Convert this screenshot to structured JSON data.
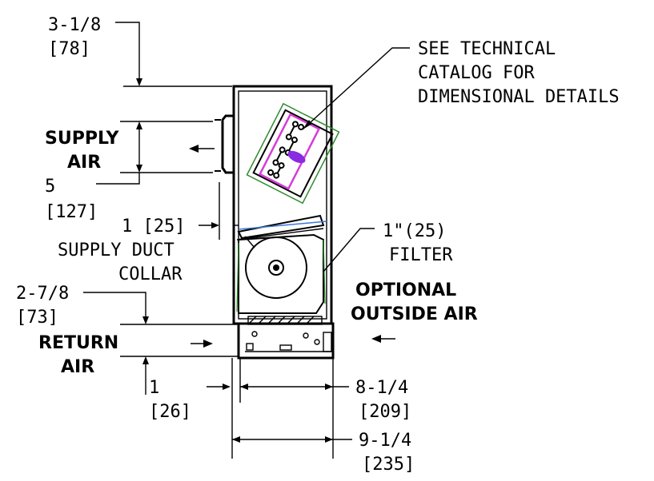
{
  "callout": {
    "line1": "SEE TECHNICAL",
    "line2": "CATALOG FOR",
    "line3": "DIMENSIONAL DETAILS"
  },
  "dimensions": {
    "top_offset": {
      "in": "3-1/8",
      "mm": "[78]"
    },
    "supply_height": {
      "in": "5",
      "mm": "[127]"
    },
    "supply_collar": "1 [25]",
    "supply_collar_label_1": "SUPPLY DUCT",
    "supply_collar_label_2": "COLLAR",
    "return_offset": {
      "in": "2-7/8",
      "mm": "[73]"
    },
    "bottom_offset": {
      "in": "1",
      "mm": "[26]"
    },
    "inner_width": {
      "in": "8-1/4",
      "mm": "[209]"
    },
    "overall_width": {
      "in": "9-1/4",
      "mm": "[235]"
    },
    "filter": {
      "size": "1\"(25)",
      "label": "FILTER"
    }
  },
  "labels": {
    "supply_1": "SUPPLY",
    "supply_2": "AIR",
    "return_1": "RETURN",
    "return_2": "AIR",
    "optional_1": "OPTIONAL",
    "optional_2": "OUTSIDE AIR"
  },
  "colors": {
    "accent_magenta": "#d63cd6",
    "accent_purple": "#8a2be2",
    "accent_green": "#2e8b2e",
    "accent_blue": "#3a78d8"
  }
}
